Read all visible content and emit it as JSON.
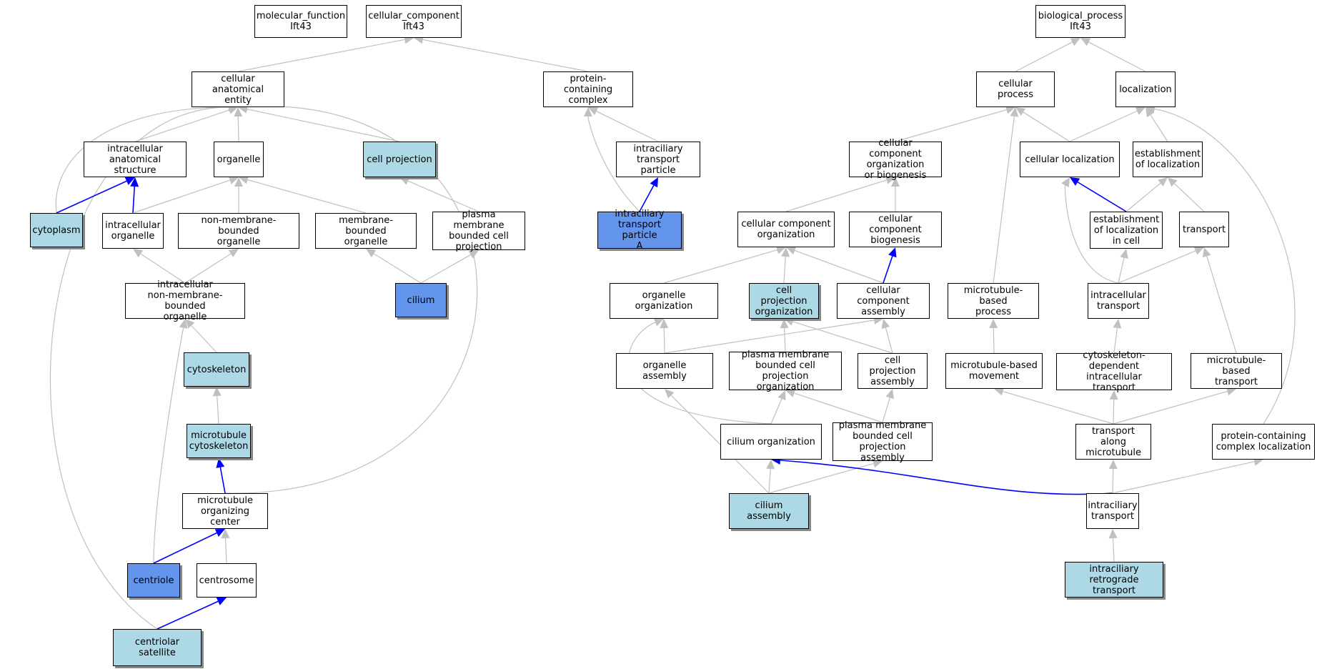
{
  "colors": {
    "plain_fill": "#ffffff",
    "light_fill": "#add8e6",
    "dark_fill": "#6495ed",
    "edge_gray": "#c0c0c0",
    "edge_blue": "#0000ff"
  },
  "nodes": {
    "mf_root": {
      "label": "molecular_function\nIft43",
      "fill": "plain"
    },
    "cc_root": {
      "label": "cellular_component\nIft43",
      "fill": "plain"
    },
    "bp_root": {
      "label": "biological_process\nIft43",
      "fill": "plain"
    },
    "cae": {
      "label": "cellular anatomical\nentity",
      "fill": "plain"
    },
    "pcc": {
      "label": "protein-containing\ncomplex",
      "fill": "plain"
    },
    "ias": {
      "label": "intracellular\nanatomical structure",
      "fill": "plain"
    },
    "organelle": {
      "label": "organelle",
      "fill": "plain"
    },
    "cellproj": {
      "label": "cell projection",
      "fill": "light"
    },
    "itp": {
      "label": "intraciliary\ntransport particle",
      "fill": "plain"
    },
    "cytoplasm": {
      "label": "cytoplasm",
      "fill": "light"
    },
    "intorg": {
      "label": "intracellular\norganelle",
      "fill": "plain"
    },
    "nmbo": {
      "label": "non-membrane-bounded\norganelle",
      "fill": "plain"
    },
    "mbo": {
      "label": "membrane-bounded\norganelle",
      "fill": "plain"
    },
    "pmbcp": {
      "label": "plasma membrane\nbounded cell\nprojection",
      "fill": "plain"
    },
    "itpa": {
      "label": "intraciliary\ntransport particle\nA",
      "fill": "dark"
    },
    "inmbo": {
      "label": "intracellular\nnon-membrane-bounded\norganelle",
      "fill": "plain"
    },
    "cilium": {
      "label": "cilium",
      "fill": "dark"
    },
    "cytoskel": {
      "label": "cytoskeleton",
      "fill": "light"
    },
    "mtcyto": {
      "label": "microtubule\ncytoskeleton",
      "fill": "light"
    },
    "mtoc": {
      "label": "microtubule\norganizing center",
      "fill": "plain"
    },
    "centriole": {
      "label": "centriole",
      "fill": "dark"
    },
    "centrosome": {
      "label": "centrosome",
      "fill": "plain"
    },
    "censat": {
      "label": "centriolar satellite",
      "fill": "light"
    },
    "cellproc": {
      "label": "cellular process",
      "fill": "plain"
    },
    "local": {
      "label": "localization",
      "fill": "plain"
    },
    "ccob": {
      "label": "cellular component\norganization\nor biogenesis",
      "fill": "plain"
    },
    "celloc": {
      "label": "cellular localization",
      "fill": "plain"
    },
    "estloc": {
      "label": "establishment\nof localization",
      "fill": "plain"
    },
    "cco": {
      "label": "cellular component\norganization",
      "fill": "plain"
    },
    "ccb": {
      "label": "cellular component\nbiogenesis",
      "fill": "plain"
    },
    "estlocc": {
      "label": "establishment\nof localization\nin cell",
      "fill": "plain"
    },
    "transport": {
      "label": "transport",
      "fill": "plain"
    },
    "orgorg": {
      "label": "organelle organization",
      "fill": "plain"
    },
    "cporg": {
      "label": "cell projection\norganization",
      "fill": "light"
    },
    "cca": {
      "label": "cellular component\nassembly",
      "fill": "plain"
    },
    "mtbp": {
      "label": "microtubule-based\nprocess",
      "fill": "plain"
    },
    "inttr": {
      "label": "intracellular\ntransport",
      "fill": "plain"
    },
    "orgasm": {
      "label": "organelle assembly",
      "fill": "plain"
    },
    "pmbcpo": {
      "label": "plasma membrane\nbounded cell\nprojection organization",
      "fill": "plain"
    },
    "cpa": {
      "label": "cell projection\nassembly",
      "fill": "plain"
    },
    "mtbm": {
      "label": "microtubule-based\nmovement",
      "fill": "plain"
    },
    "cdit": {
      "label": "cytoskeleton-dependent\nintracellular\ntransport",
      "fill": "plain"
    },
    "mtbt": {
      "label": "microtubule-based\ntransport",
      "fill": "plain"
    },
    "cilorg": {
      "label": "cilium organization",
      "fill": "plain"
    },
    "pmbcpa": {
      "label": "plasma membrane\nbounded cell\nprojection assembly",
      "fill": "plain"
    },
    "tam": {
      "label": "transport along\nmicrotubule",
      "fill": "plain"
    },
    "pccl": {
      "label": "protein-containing\ncomplex localization",
      "fill": "plain"
    },
    "cilasm": {
      "label": "cilium assembly",
      "fill": "light"
    },
    "ift": {
      "label": "intraciliary\ntransport",
      "fill": "plain"
    },
    "irt": {
      "label": "intraciliary\nretrograde transport",
      "fill": "light"
    }
  },
  "edges": [
    {
      "from": "cae",
      "to": "cc_root",
      "color": "gray"
    },
    {
      "from": "pcc",
      "to": "cc_root",
      "color": "gray"
    },
    {
      "from": "ias",
      "to": "cae",
      "color": "gray"
    },
    {
      "from": "organelle",
      "to": "cae",
      "color": "gray"
    },
    {
      "from": "cellproj",
      "to": "cae",
      "color": "gray"
    },
    {
      "from": "cytoplasm",
      "to": "cae",
      "color": "gray"
    },
    {
      "from": "mtoc",
      "to": "cae",
      "color": "gray"
    },
    {
      "from": "censat",
      "to": "cae",
      "color": "gray"
    },
    {
      "from": "itp",
      "to": "pcc",
      "color": "gray"
    },
    {
      "from": "itpa",
      "to": "pcc",
      "color": "gray"
    },
    {
      "from": "cytoplasm",
      "to": "ias",
      "color": "blue"
    },
    {
      "from": "intorg",
      "to": "ias",
      "color": "blue"
    },
    {
      "from": "intorg",
      "to": "organelle",
      "color": "gray"
    },
    {
      "from": "nmbo",
      "to": "organelle",
      "color": "gray"
    },
    {
      "from": "mbo",
      "to": "organelle",
      "color": "gray"
    },
    {
      "from": "pmbcp",
      "to": "cellproj",
      "color": "gray"
    },
    {
      "from": "itpa",
      "to": "itp",
      "color": "blue"
    },
    {
      "from": "inmbo",
      "to": "intorg",
      "color": "gray"
    },
    {
      "from": "inmbo",
      "to": "nmbo",
      "color": "gray"
    },
    {
      "from": "cilium",
      "to": "mbo",
      "color": "gray"
    },
    {
      "from": "cilium",
      "to": "pmbcp",
      "color": "gray"
    },
    {
      "from": "cytoskel",
      "to": "inmbo",
      "color": "gray"
    },
    {
      "from": "centriole",
      "to": "inmbo",
      "color": "gray"
    },
    {
      "from": "mtcyto",
      "to": "cytoskel",
      "color": "gray"
    },
    {
      "from": "mtoc",
      "to": "mtcyto",
      "color": "blue"
    },
    {
      "from": "centriole",
      "to": "mtoc",
      "color": "blue"
    },
    {
      "from": "centrosome",
      "to": "mtoc",
      "color": "gray"
    },
    {
      "from": "censat",
      "to": "centrosome",
      "color": "blue"
    },
    {
      "from": "cellproc",
      "to": "bp_root",
      "color": "gray"
    },
    {
      "from": "local",
      "to": "bp_root",
      "color": "gray"
    },
    {
      "from": "ccob",
      "to": "cellproc",
      "color": "gray"
    },
    {
      "from": "celloc",
      "to": "cellproc",
      "color": "gray"
    },
    {
      "from": "mtbp",
      "to": "cellproc",
      "color": "gray"
    },
    {
      "from": "celloc",
      "to": "local",
      "color": "gray"
    },
    {
      "from": "estloc",
      "to": "local",
      "color": "gray"
    },
    {
      "from": "pccl",
      "to": "local",
      "color": "gray"
    },
    {
      "from": "cco",
      "to": "ccob",
      "color": "gray"
    },
    {
      "from": "ccb",
      "to": "ccob",
      "color": "gray"
    },
    {
      "from": "estlocc",
      "to": "celloc",
      "color": "blue"
    },
    {
      "from": "inttr",
      "to": "celloc",
      "color": "gray"
    },
    {
      "from": "estlocc",
      "to": "estloc",
      "color": "gray"
    },
    {
      "from": "transport",
      "to": "estloc",
      "color": "gray"
    },
    {
      "from": "orgorg",
      "to": "cco",
      "color": "gray"
    },
    {
      "from": "cporg",
      "to": "cco",
      "color": "gray"
    },
    {
      "from": "cca",
      "to": "cco",
      "color": "gray"
    },
    {
      "from": "cca",
      "to": "ccb",
      "color": "blue"
    },
    {
      "from": "inttr",
      "to": "estlocc",
      "color": "gray"
    },
    {
      "from": "inttr",
      "to": "transport",
      "color": "gray"
    },
    {
      "from": "mtbt",
      "to": "transport",
      "color": "gray"
    },
    {
      "from": "orgasm",
      "to": "orgorg",
      "color": "gray"
    },
    {
      "from": "cilorg",
      "to": "orgorg",
      "color": "gray"
    },
    {
      "from": "pmbcpo",
      "to": "cporg",
      "color": "gray"
    },
    {
      "from": "orgasm",
      "to": "cca",
      "color": "gray"
    },
    {
      "from": "cpa",
      "to": "cca",
      "color": "gray"
    },
    {
      "from": "cpa",
      "to": "cporg",
      "color": "gray"
    },
    {
      "from": "mtbm",
      "to": "mtbp",
      "color": "gray"
    },
    {
      "from": "cdit",
      "to": "inttr",
      "color": "gray"
    },
    {
      "from": "cilasm",
      "to": "orgasm",
      "color": "gray"
    },
    {
      "from": "cilorg",
      "to": "pmbcpo",
      "color": "gray"
    },
    {
      "from": "pmbcpa",
      "to": "pmbcpo",
      "color": "gray"
    },
    {
      "from": "pmbcpa",
      "to": "cpa",
      "color": "gray"
    },
    {
      "from": "tam",
      "to": "mtbm",
      "color": "gray"
    },
    {
      "from": "tam",
      "to": "cdit",
      "color": "gray"
    },
    {
      "from": "tam",
      "to": "mtbt",
      "color": "gray"
    },
    {
      "from": "cilasm",
      "to": "cilorg",
      "color": "gray"
    },
    {
      "from": "cilasm",
      "to": "pmbcpa",
      "color": "gray"
    },
    {
      "from": "ift",
      "to": "cilorg",
      "color": "blue"
    },
    {
      "from": "ift",
      "to": "tam",
      "color": "gray"
    },
    {
      "from": "ift",
      "to": "pccl",
      "color": "gray"
    },
    {
      "from": "irt",
      "to": "ift",
      "color": "gray"
    }
  ]
}
